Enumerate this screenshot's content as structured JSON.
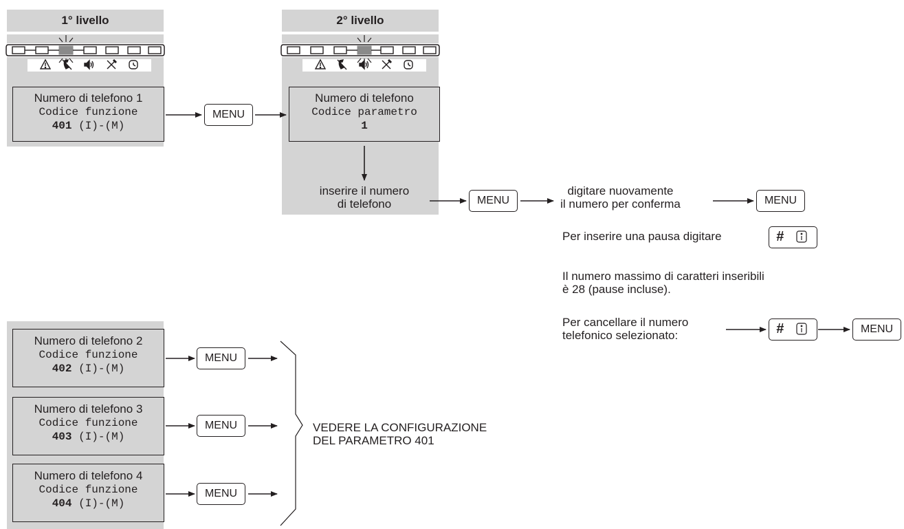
{
  "level1": {
    "title": "1° livello",
    "display": {
      "line1": "Numero di telefono 1",
      "line2": "Codice funzione",
      "code": "401",
      "suffix": " (I)-(M)"
    }
  },
  "level2": {
    "title": "2° livello",
    "display": {
      "line1": "Numero di telefono",
      "line2": "Codice parametro",
      "line3": "1"
    },
    "instruction_line1": "inserire il numero",
    "instruction_line2": "di telefono"
  },
  "keys": {
    "menu": "MENU",
    "hash": "#"
  },
  "confirm": {
    "line1": "digitare nuovamente",
    "line2": "il numero per conferma"
  },
  "notes": {
    "pause": "Per inserire una pausa digitare",
    "max_line1": "Il numero massimo di caratteri inseribili",
    "max_line2": "è 28 (pause incluse).",
    "cancel_line1": "Per cancellare il numero",
    "cancel_line2": "telefonico selezionato:"
  },
  "others": [
    {
      "line1": "Numero di telefono 2",
      "line2": "Codice funzione",
      "code": "402",
      "suffix": " (I)-(M)"
    },
    {
      "line1": "Numero di telefono 3",
      "line2": "Codice funzione",
      "code": "403",
      "suffix": " (I)-(M)"
    },
    {
      "line1": "Numero di telefono 4",
      "line2": "Codice funzione",
      "code": "404",
      "suffix": " (I)-(M)"
    }
  ],
  "see_config": {
    "line1": "VEDERE LA CONFIGURAZIONE",
    "line2": "DEL PARAMETRO 401"
  },
  "indicator_icons": [
    "warning-icon",
    "no-phone-icon",
    "speaker-icon",
    "tools-icon",
    "clock-icon"
  ],
  "colors": {
    "panel": "#d4d4d4",
    "ink": "#231f20",
    "led_on": "#8a8a8a"
  }
}
